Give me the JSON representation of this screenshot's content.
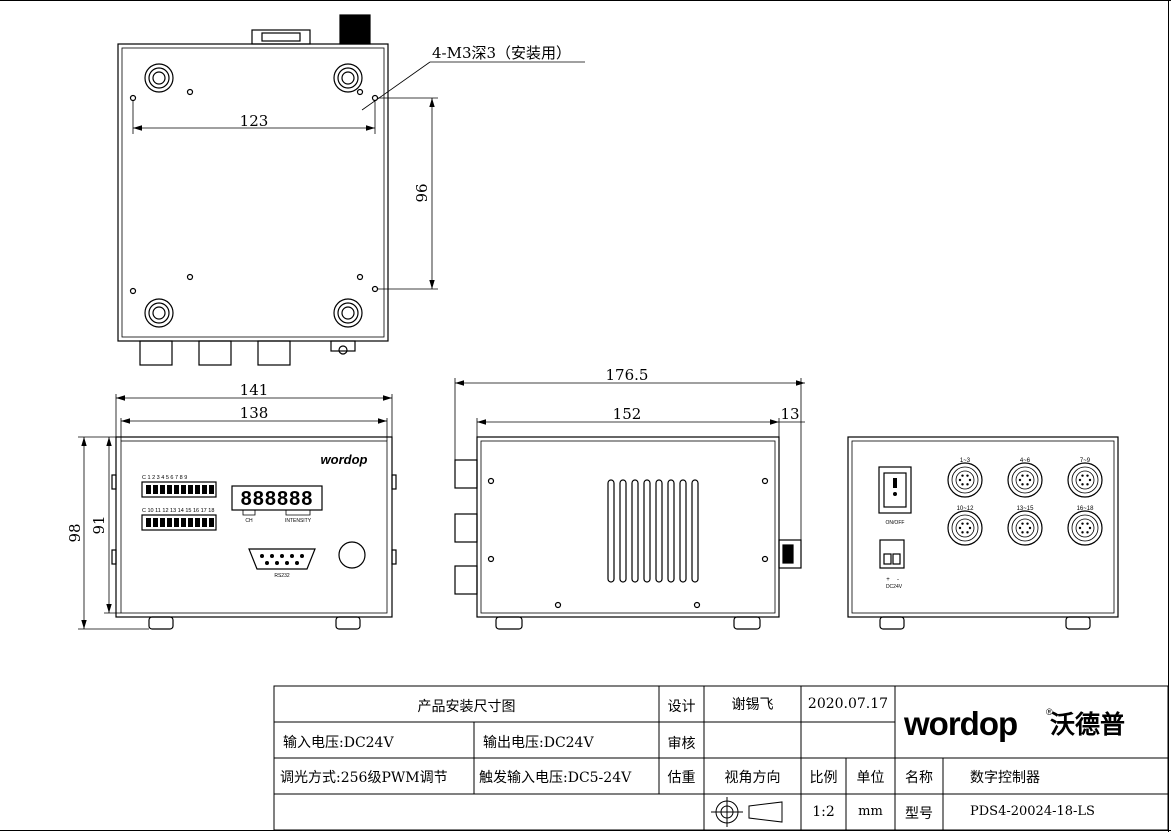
{
  "annotations": {
    "mount_holes": "4-M3深3（安装用）"
  },
  "dimensions": {
    "top_hole_spacing": "123",
    "top_hole_depth": "96",
    "front_outer_width": "141",
    "front_inner_width": "138",
    "front_outer_height": "98",
    "front_inner_height": "91",
    "side_total_length": "176.5",
    "side_body_length": "152",
    "side_protrusion": "13"
  },
  "front_panel": {
    "brand": "wordop",
    "dip_row1": "C 1 2 3 4 5 6 7 8 9",
    "dip_row2": "C 10 11 12 13 14 15 16 17 18",
    "led_digits": "888888",
    "ch_label": "CH",
    "intensity_label": "INTENSITY",
    "rs232_label": "RS232"
  },
  "rear_panel": {
    "switch_label": "ON/OFF",
    "power_plus": "+",
    "power_minus": "-",
    "power_label": "DC24V",
    "connectors": [
      "1~3",
      "4~6",
      "7~9",
      "10~12",
      "13~15",
      "16~18"
    ]
  },
  "title_block": {
    "title": "产品安装尺寸图",
    "design_label": "设计",
    "designer": "谢锡飞",
    "date": "2020.07.17",
    "review_label": "审核",
    "estimate_label": "估重",
    "view_dir_label": "视角方向",
    "scale_label": "比例",
    "unit_label": "单位",
    "name_label": "名称",
    "name_value": "数字控制器",
    "model_label": "型号",
    "model_value": "PDS4-20024-18-LS",
    "scale_value": "1:2",
    "unit_value": "mm",
    "input_voltage": "输入电压:DC24V",
    "output_voltage": "输出电压:DC24V",
    "dimming": "调光方式:256级PWM调节",
    "trigger_voltage": "触发输入电压:DC5-24V",
    "logo_latin": "wordop",
    "logo_cn": "沃德普",
    "brand_color": "#d2001e"
  }
}
